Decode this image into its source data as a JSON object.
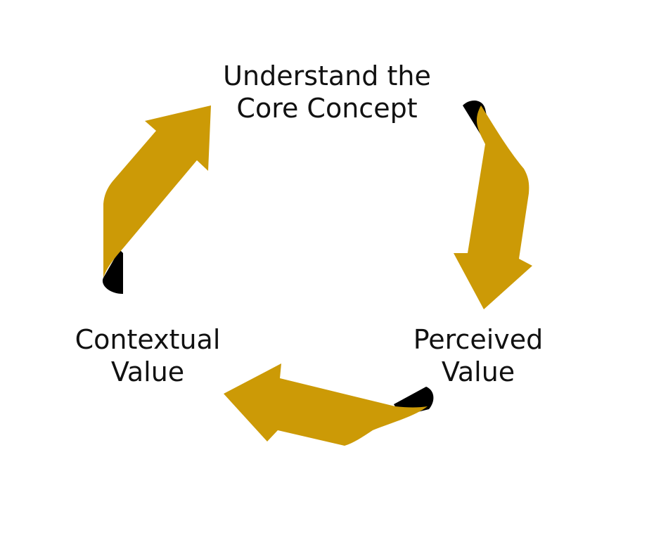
{
  "diagram": {
    "nodes": {
      "core": {
        "line1": "Understand the",
        "line2": "Core Concept"
      },
      "perceived": {
        "line1": "Perceived",
        "line2": "Value"
      },
      "contextual": {
        "line1": "Contextual",
        "line2": "Value"
      }
    },
    "colors": {
      "arrow": "#CC9A06",
      "arrow_shadow": "#000000",
      "text": "#111111",
      "background": "#FFFFFF"
    }
  }
}
